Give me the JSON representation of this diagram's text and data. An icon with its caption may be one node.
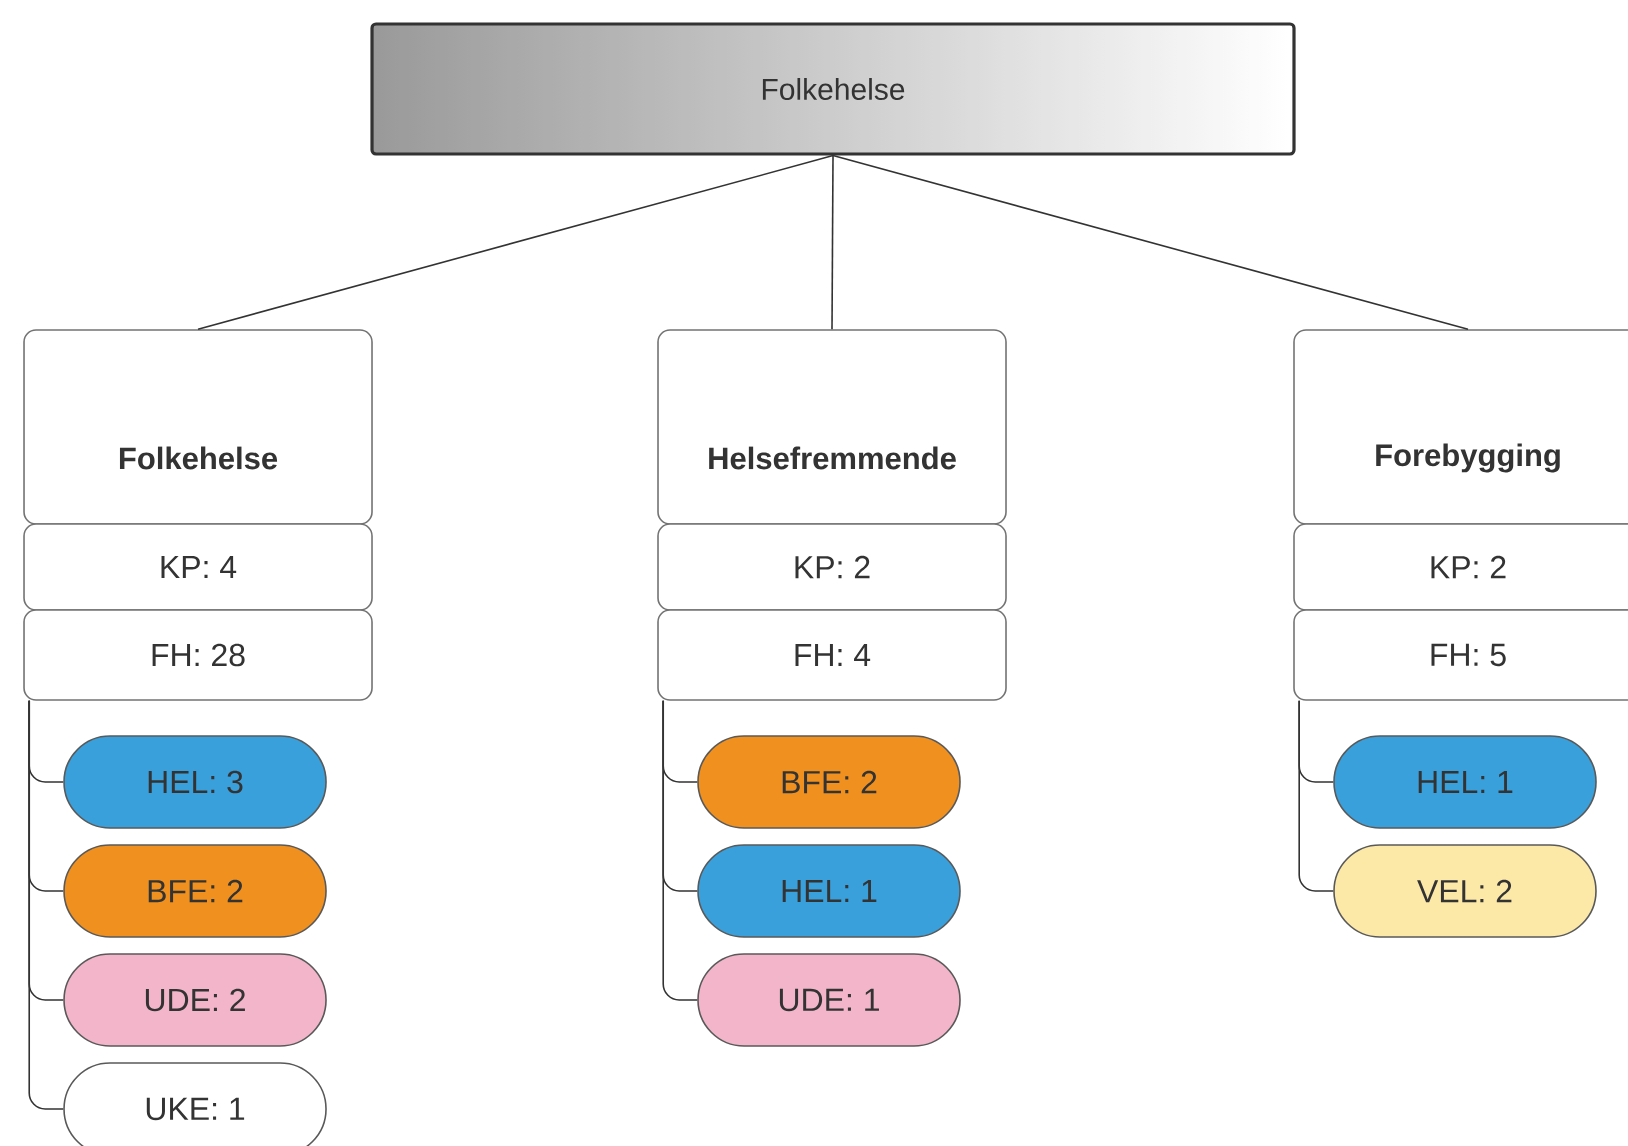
{
  "diagram": {
    "nodes": [
      {
        "text": [
          "Folkehelse"
        ]
      },
      {
        "text": [
          "Folkehelse"
        ]
      },
      {
        "text": [
          "KP: 4"
        ]
      },
      {
        "text": [
          "FH: 28"
        ]
      },
      {
        "text": [
          "HEL: 3"
        ]
      },
      {
        "text": [
          "BFE: 2"
        ]
      },
      {
        "text": [
          "UDE: 2"
        ]
      },
      {
        "text": [
          "UKE: 1"
        ]
      },
      {
        "text": [
          "Helsefremmende"
        ]
      },
      {
        "text": [
          "KP: 2"
        ]
      },
      {
        "text": [
          "FH: 4"
        ]
      },
      {
        "text": [
          "BFE: 2"
        ]
      },
      {
        "text": [
          "HEL: 1"
        ]
      },
      {
        "text": [
          "UDE: 1"
        ]
      },
      {
        "text": [
          "Forebygging"
        ]
      },
      {
        "text": [
          "KP: 2"
        ]
      },
      {
        "text": [
          "FH: 5"
        ]
      },
      {
        "text": [
          "HEL: 1"
        ]
      },
      {
        "text": [
          "VEL: 2"
        ]
      }
    ],
    "edges": [
      {
        "from": 0,
        "to": 1,
        "arrow": "none"
      },
      {
        "from": 0,
        "to": 8,
        "arrow": "none"
      },
      {
        "from": 0,
        "to": 14,
        "arrow": "none"
      },
      {
        "from": 3,
        "to": 4,
        "arrow": "none"
      },
      {
        "from": 3,
        "to": 5,
        "arrow": "none"
      },
      {
        "from": 3,
        "to": 6,
        "arrow": "none"
      },
      {
        "from": 3,
        "to": 7,
        "arrow": "none"
      },
      {
        "from": 10,
        "to": 11,
        "arrow": "none"
      },
      {
        "from": 10,
        "to": 12,
        "arrow": "none"
      },
      {
        "from": 10,
        "to": 13,
        "arrow": "none"
      },
      {
        "from": 16,
        "to": 17,
        "arrow": "none"
      },
      {
        "from": 16,
        "to": 18,
        "arrow": "none"
      }
    ]
  }
}
